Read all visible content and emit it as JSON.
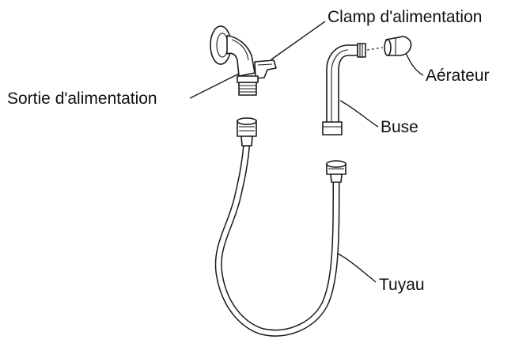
{
  "labels": {
    "clamp": "Clamp d'alimentation",
    "outlet": "Sortie d'alimentation",
    "aerator": "Aérateur",
    "nozzle": "Buse",
    "hose": "Tuyau"
  }
}
